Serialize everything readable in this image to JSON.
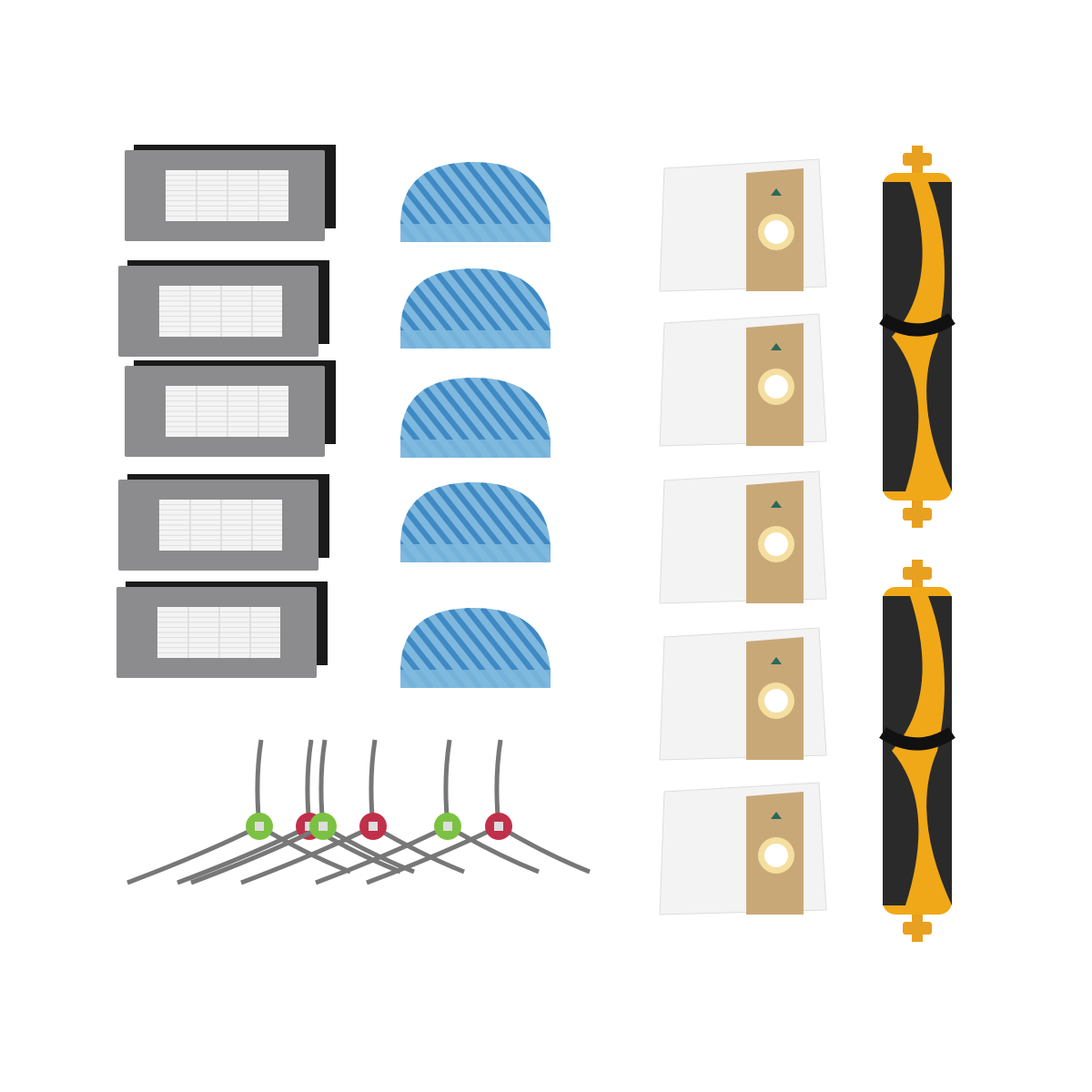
{
  "scene": {
    "background": "#ffffff",
    "items": {
      "hepa_filters": {
        "count": 5,
        "frame_color": "#8c8c8e",
        "media_color": "#f4f4f4",
        "foam_color": "#1a1a1a"
      },
      "mop_pads": {
        "count": 5,
        "base_color": "#7fb8de",
        "stripe_color": "#3f8ac4"
      },
      "dust_bags": {
        "count": 5,
        "bag_color": "#f3f3f3",
        "tab_color": "#c9a878",
        "ring_color": "#f5dfa0"
      },
      "main_brushes": {
        "count": 2,
        "core_color": "#f0a818",
        "bristle_color": "#2a2a2a",
        "end_color": "#e8a020"
      },
      "side_brushes": {
        "count": 6,
        "hub_colors": [
          "#7cc242",
          "#c0304a",
          "#7cc242",
          "#c0304a",
          "#7cc242",
          "#c0304a"
        ],
        "arm_color": "#777777"
      }
    }
  }
}
